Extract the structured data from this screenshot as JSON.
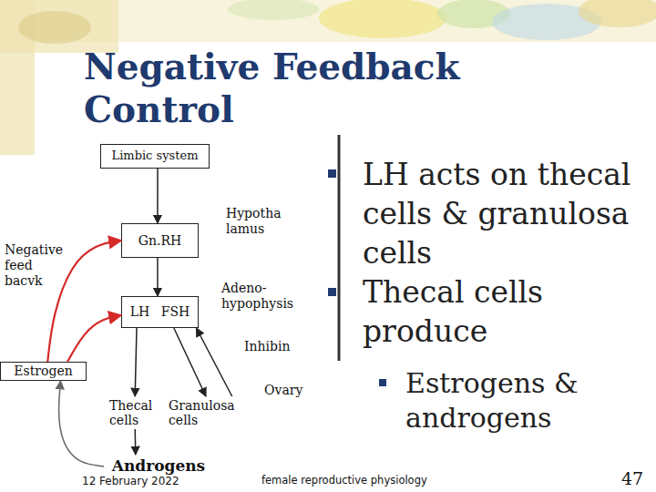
{
  "diagram": {
    "title": "Negative Feedback Control",
    "nodes": [
      {
        "text": [
          "Limbic system"
        ]
      },
      {
        "text": [
          "Gn.RH"
        ]
      },
      {
        "text": [
          "LH FSH"
        ]
      },
      {
        "text": [
          "Estrogen"
        ]
      },
      {
        "text": [
          "Thecal cells"
        ]
      },
      {
        "text": [
          "Granulosa cells"
        ]
      },
      {
        "text": [
          "Androgens"
        ]
      }
    ],
    "edges": [
      {
        "from": 0,
        "to": 1,
        "arrow": "to"
      },
      {
        "from": 1,
        "to": 2,
        "arrow": "to"
      },
      {
        "from": 2,
        "to": 4,
        "arrow": "to"
      },
      {
        "from": 2,
        "to": 5,
        "arrow": "to"
      },
      {
        "from": 5,
        "to": 2,
        "label": "Inhibin",
        "arrow": "to"
      },
      {
        "from": 3,
        "to": 1,
        "arrow": "to"
      },
      {
        "from": 3,
        "to": 2,
        "arrow": "to"
      },
      {
        "from": 4,
        "to": 6,
        "arrow": "to"
      },
      {
        "from": 6,
        "to": 3,
        "arrow": "to"
      }
    ],
    "labels": [
      "Hypotha lamus",
      "Negative feed bacvk",
      "Adeno- hypophysis",
      "Ovary",
      "LH acts on thecal cells & granulosa cells",
      "Thecal cells produce",
      "Estrogens & androgens",
      "12 February 2022",
      "female reproductive physiology",
      "47"
    ]
  }
}
